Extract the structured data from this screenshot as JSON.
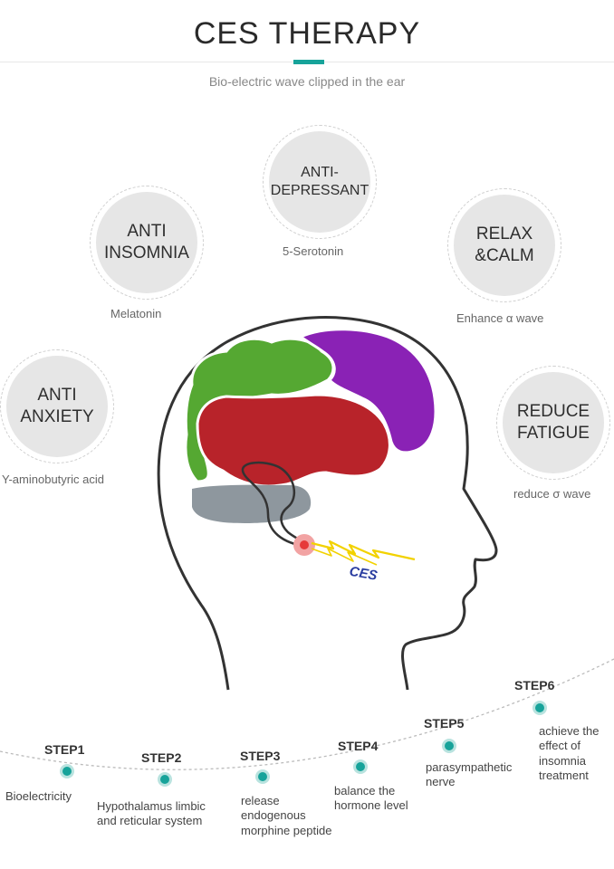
{
  "header": {
    "title": "CES THERAPY",
    "subtitle": "Bio-electric wave clipped in the ear"
  },
  "effects": [
    {
      "id": "anti-depressant",
      "title": "ANTI-\nDEPRESSANT",
      "caption": "5-Serotonin"
    },
    {
      "id": "anti-insomnia",
      "title": "ANTI\nINSOMNIA",
      "caption": "Melatonin"
    },
    {
      "id": "relax-calm",
      "title": "RELAX\n&CALM",
      "caption": "Enhance α wave"
    },
    {
      "id": "anti-anxiety",
      "title": "ANTI\nANXIETY",
      "caption": "Y-aminobutyric acid"
    },
    {
      "id": "reduce-fatigue",
      "title": "REDUCE\nFATIGUE",
      "caption": "reduce σ wave"
    }
  ],
  "diagram": {
    "ces_label": "CES",
    "colors": {
      "accent": "#17a39a",
      "frontal": "#55a832",
      "parietal": "#8a22b5",
      "limbic": "#b8232a",
      "cerebellum": "#8e979e",
      "electrode": "#e63a3a",
      "signal": "#f2d200",
      "ces_text": "#2a3da0"
    }
  },
  "steps": [
    {
      "label": "STEP1",
      "desc": "Bioelectricity"
    },
    {
      "label": "STEP2",
      "desc": "Hypothalamus limbic\nand reticular system"
    },
    {
      "label": "STEP3",
      "desc": "release\nendogenous\nmorphine peptide"
    },
    {
      "label": "STEP4",
      "desc": "balance the\nhormone level"
    },
    {
      "label": "STEP5",
      "desc": "parasympathetic\nnerve"
    },
    {
      "label": "STEP6",
      "desc": "achieve the\neffect of\ninsomnia\ntreatment"
    }
  ]
}
